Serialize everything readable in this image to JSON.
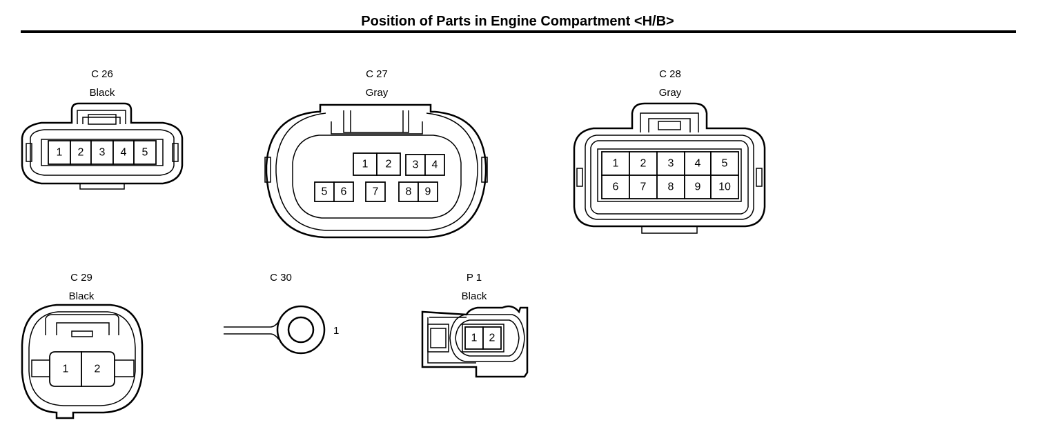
{
  "title": "Position of Parts in Engine Compartment <H/B>",
  "connectors": [
    {
      "id": "C 26",
      "color": "Black",
      "pins": [
        "1",
        "2",
        "3",
        "4",
        "5"
      ]
    },
    {
      "id": "C 27",
      "color": "Gray",
      "pins": [
        "1",
        "2",
        "3",
        "4",
        "5",
        "6",
        "7",
        "8",
        "9"
      ]
    },
    {
      "id": "C 28",
      "color": "Gray",
      "pins": [
        "1",
        "2",
        "3",
        "4",
        "5",
        "6",
        "7",
        "8",
        "9",
        "10"
      ]
    },
    {
      "id": "C 29",
      "color": "Black",
      "pins": [
        "1",
        "2"
      ]
    },
    {
      "id": "C 30",
      "color": "",
      "pins": [
        "1"
      ]
    },
    {
      "id": "P 1",
      "color": "Black",
      "pins": [
        "1",
        "2"
      ]
    }
  ]
}
